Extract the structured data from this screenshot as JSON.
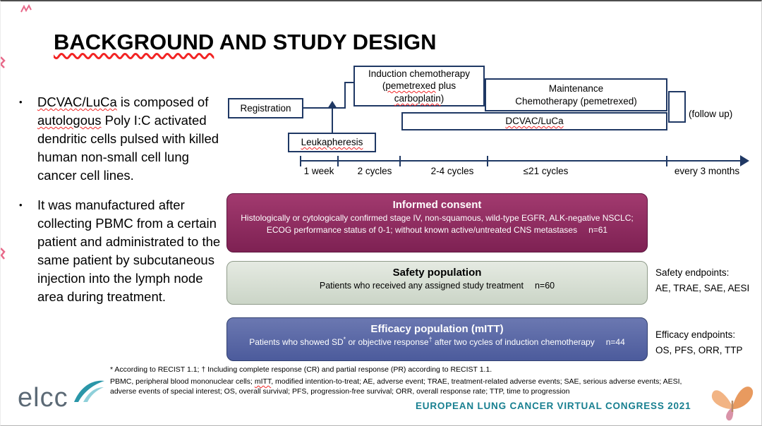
{
  "slide": {
    "title": {
      "flagged": "BACKGROUND",
      "rest": " AND STUDY DESIGN"
    }
  },
  "bullets": {
    "b1": {
      "flag1": "DCVAC/LuCa",
      "mid1": " is composed of ",
      "flag2": "autologous",
      "end": " Poly I:C activated dendritic cells pulsed with killed human non-small cell lung cancer cell lines."
    },
    "b2": {
      "text": "It was manufactured after collecting PBMC from a certain patient and administrated to the same patient by subcutaneous injection into the lymph node area during treatment."
    }
  },
  "diagram": {
    "registration": "Registration",
    "leukapheresis": "Leukapheresis",
    "induction": {
      "l1": "Induction chemotherapy",
      "l2a": "(",
      "l2b": "pemetrexed",
      "l2c": " plus",
      "l3a": "carboplatin",
      "l3b": ")"
    },
    "maintenance": {
      "l1": "Maintenance",
      "l2": "Chemotherapy (pemetrexed)"
    },
    "dcvac": "DCVAC/LuCa",
    "follow_up": "(follow up)",
    "timeline_labels": [
      "1 week",
      "2 cycles",
      "2-4 cycles",
      "≤21 cycles",
      "every 3 months"
    ]
  },
  "populations": {
    "consent": {
      "title": "Informed consent",
      "body": "Histologically or cytologically confirmed stage IV, non-squamous, wild-type EGFR, ALK-negative NSCLC; ECOG performance status of 0-1; without known active/untreated CNS metastases",
      "n": "n=61"
    },
    "safety": {
      "title": "Safety population",
      "body": "Patients who received any assigned study treatment",
      "n": "n=60"
    },
    "efficacy": {
      "title": "Efficacy population (mITT)",
      "pre": "Patients who showed SD",
      "sup1": "*",
      "mid": " or objective response",
      "sup2": "†",
      "post": " after two cycles of induction chemotherapy",
      "n": "n=44"
    }
  },
  "endpoints": {
    "safety_label": "Safety endpoints:",
    "safety_items": "AE, TRAE, SAE, AESI",
    "efficacy_label": "Efficacy endpoints:",
    "efficacy_items": "OS, PFS, ORR, TTP"
  },
  "footnotes": {
    "line1": "* According to RECIST 1.1; † Including complete response (CR) and partial response (PR) according to RECIST 1.1.",
    "abbrev_pre": "PBMC, peripheral blood mononuclear cells; ",
    "abbrev_flag": "mITT",
    "abbrev_post": ", modified intention-to-treat; AE, adverse event; TRAE, treatment-related adverse events; SAE, serious adverse events; AESI, adverse events of special interest; OS, overall survival; PFS, progression-free survival; ORR, overall response rate; TTP, time to progression"
  },
  "footer": {
    "logo_text": "elcc",
    "congress": "EUROPEAN LUNG CANCER VIRTUAL CONGRESS 2021"
  },
  "icons": {
    "elcc_swoosh": "teal-double-leaf",
    "butterfly": "orange-pink-butterfly",
    "ink_marks": "pink-pen-marks"
  },
  "colors": {
    "navy": "#1f3864",
    "consent_top": "#a23a6f",
    "consent_bottom": "#7e2153",
    "consent_border": "#5e1740",
    "safety_top": "#e5eae2",
    "safety_bottom": "#cbd5c7",
    "safety_border": "#8f9b8a",
    "efficacy_top": "#6b78b1",
    "efficacy_bottom": "#4c5b9c",
    "efficacy_border": "#32406f",
    "teal": "#177f90",
    "squiggle": "#f22424"
  }
}
